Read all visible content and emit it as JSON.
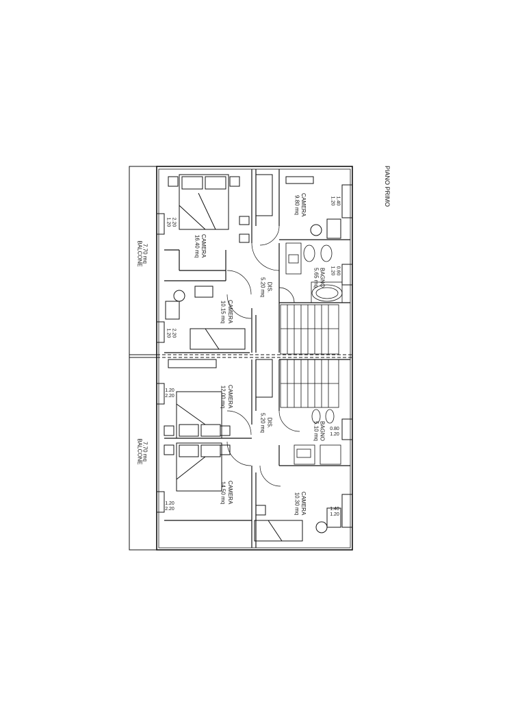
{
  "title": "PIANO PRIMO",
  "rooms": {
    "balcone_top": {
      "name": "BALCONE",
      "area": "7.70 mq"
    },
    "balcone_bottom": {
      "name": "BALCONE",
      "area": "7.70 mq"
    },
    "camera_1640": {
      "name": "CAMERA",
      "area": "16.40 mq"
    },
    "camera_1015": {
      "name": "CAMERA",
      "area": "10.15 mq"
    },
    "dis_top": {
      "name": "DIS.",
      "area": "5.20 mq"
    },
    "camera_980": {
      "name": "CAMERA",
      "area": "9.80 mq"
    },
    "bagno_565": {
      "name": "BAGNO",
      "area": "5.65 mq"
    },
    "camera_1200": {
      "name": "CAMERA",
      "area": "12.00 mq"
    },
    "camera_1450": {
      "name": "CAMERA",
      "area": "14.50 mq"
    },
    "dis_bottom": {
      "name": "DIS.",
      "area": "5.20 mq"
    },
    "bagno_510": {
      "name": "BAGNO",
      "area": "5.10 mq"
    },
    "camera_1030": {
      "name": "CAMERA",
      "area": "10.30 mq"
    }
  },
  "windows": {
    "w_left_1": {
      "a": "1.20",
      "b": "2.20"
    },
    "w_left_2": {
      "a": "1.20",
      "b": "2.20"
    },
    "w_left_3": {
      "a": "1.20",
      "b": "2.20"
    },
    "w_left_4": {
      "a": "1.20",
      "b": "2.20"
    },
    "w_right_1": {
      "a": "1.20",
      "b": "1.40"
    },
    "w_right_2": {
      "a": "1.20",
      "b": "0.60"
    },
    "w_right_3": {
      "a": "0.80",
      "b": "1.20"
    },
    "w_right_4": {
      "a": "1.40",
      "b": "1.20"
    }
  }
}
